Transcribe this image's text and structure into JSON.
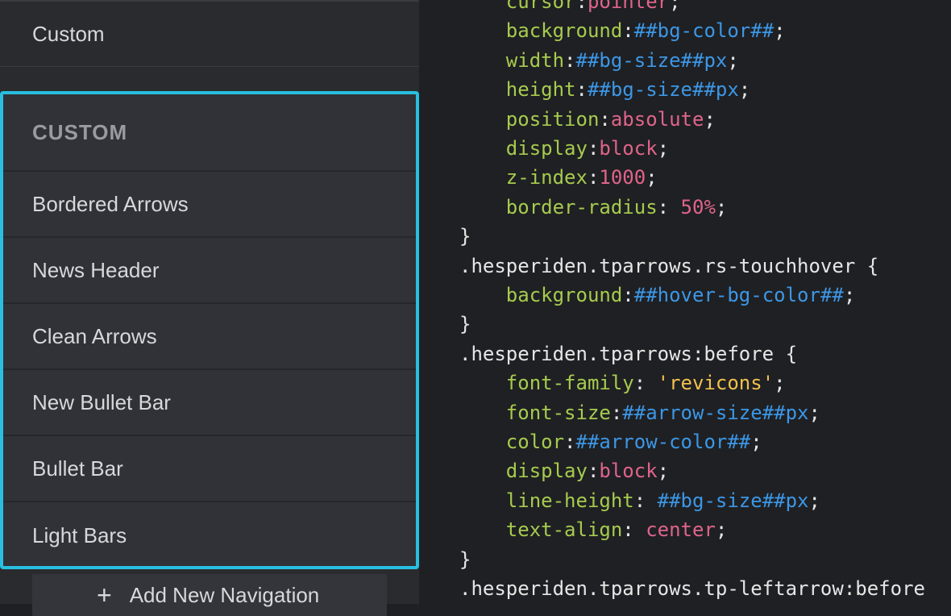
{
  "sidebar": {
    "top_item_label": "Custom",
    "group_header": "CUSTOM",
    "items": [
      "Bordered Arrows",
      "News Header",
      "Clean Arrows",
      "New Bullet Bar",
      "Bullet Bar",
      "Light Bars"
    ],
    "add_button_label": "Add New Navigation",
    "add_icon": "+"
  },
  "code": {
    "lines": [
      [
        "    ",
        "cursor",
        ":",
        "pointer",
        ";"
      ],
      [
        "    ",
        "background",
        ":",
        "##bg-color##",
        ";"
      ],
      [
        "    ",
        "width",
        ":",
        "##bg-size##px",
        ";"
      ],
      [
        "    ",
        "height",
        ":",
        "##bg-size##px",
        ";"
      ],
      [
        "    ",
        "position",
        ":",
        "absolute",
        ";"
      ],
      [
        "    ",
        "display",
        ":",
        "block",
        ";"
      ],
      [
        "    ",
        "z-index",
        ":",
        "1000",
        ";"
      ],
      [
        "    ",
        "border-radius",
        ": ",
        "50%",
        ";"
      ],
      [
        "}"
      ],
      [
        ".hesperiden.tparrows.rs-touchhover {"
      ],
      [
        "    ",
        "background",
        ":",
        "##hover-bg-color##",
        ";"
      ],
      [
        "}"
      ],
      [
        ".hesperiden.tparrows:before {"
      ],
      [
        "    ",
        "font-family",
        ": ",
        "'revicons'",
        ";"
      ],
      [
        "    ",
        "font-size",
        ":",
        "##arrow-size##px",
        ";"
      ],
      [
        "    ",
        "color",
        ":",
        "##arrow-color##",
        ";"
      ],
      [
        "    ",
        "display",
        ":",
        "block",
        ";"
      ],
      [
        "    ",
        "line-height",
        ": ",
        "##bg-size##px",
        ";"
      ],
      [
        "    ",
        "text-align",
        ": ",
        "center",
        ";"
      ],
      [
        "}"
      ],
      [
        ".hesperiden.tparrows.tp-leftarrow:before"
      ]
    ],
    "value_kinds": [
      "kw",
      "var",
      "var",
      "var",
      "kw",
      "kw",
      "kw",
      "kw",
      "",
      "",
      "var",
      "",
      "",
      "str",
      "var",
      "var",
      "kw",
      "var",
      "kw",
      "",
      ""
    ]
  },
  "colors": {
    "accent": "#28bfe0",
    "property": "#a6cb4e",
    "variable": "#3c97e6",
    "keyword": "#e0648a",
    "string": "#f2c14e"
  }
}
